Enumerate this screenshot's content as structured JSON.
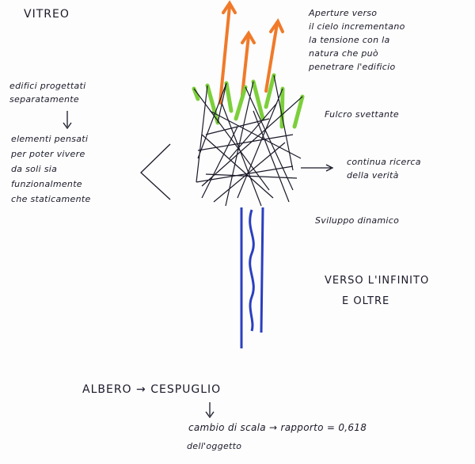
{
  "title": "VITREO",
  "notes": {
    "apertures": "Aperture verso\nil cielo incrementano\nla tensione con la\nnatura che può\npenetrare l'edificio",
    "fulcrum": "Fulcro svettante",
    "search": "continua ricerca\ndella verità",
    "development": "Sviluppo dinamico",
    "infinity_1": "VERSO L'INFINITO",
    "infinity_2": "E OLTRE",
    "separate_buildings": "edifici progettati\nseparatamente",
    "elements": "elementi pensati\nper poter vivere\nda soli sia\nfunzionalmente\nche staticamente",
    "tree_bush": "ALBERO → CESPUGLIO",
    "scale_change": "cambio di scala → rapporto = 0,618",
    "object": "dell'oggetto"
  },
  "colors": {
    "ink": "#1a1a2a",
    "green": "#7ccf3a",
    "orange": "#f07a2a",
    "blue": "#2a3fc0"
  }
}
